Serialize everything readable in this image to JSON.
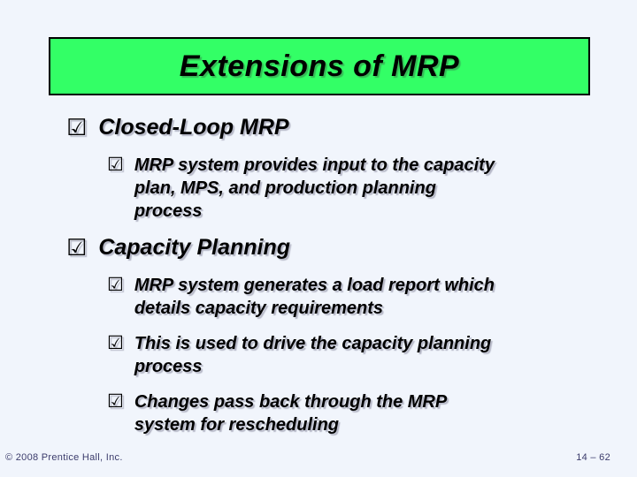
{
  "slide": {
    "title": "Extensions of MRP"
  },
  "icons": {
    "checkbox": "☑"
  },
  "colors": {
    "title_bg": "#33ff66",
    "title_border": "#000000",
    "background": "#f1f5fc",
    "body_text": "#000000",
    "footer_text": "#3b3b6b"
  },
  "content": {
    "sections": [
      {
        "heading": "Closed-Loop MRP",
        "bullets": [
          {
            "lines": [
              "MRP system provides input to the capacity",
              "plan, MPS, and production planning",
              "process"
            ]
          }
        ]
      },
      {
        "heading": "Capacity Planning",
        "bullets": [
          {
            "lines": [
              "MRP system generates a load report which",
              "details capacity requirements"
            ]
          },
          {
            "lines": [
              "This is used to drive the capacity planning",
              "process"
            ]
          },
          {
            "lines": [
              "Changes pass back through the MRP",
              "system for rescheduling"
            ]
          }
        ]
      }
    ]
  },
  "footer": {
    "copyright": "© 2008 Prentice Hall, Inc.",
    "page_number": "14 – 62"
  }
}
